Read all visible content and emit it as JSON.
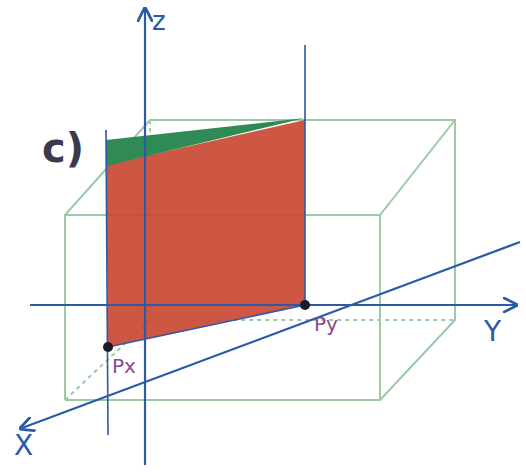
{
  "diagram": {
    "labels": [
      "c)",
      "z",
      "Y",
      "X",
      "Px",
      "Py"
    ]
  }
}
